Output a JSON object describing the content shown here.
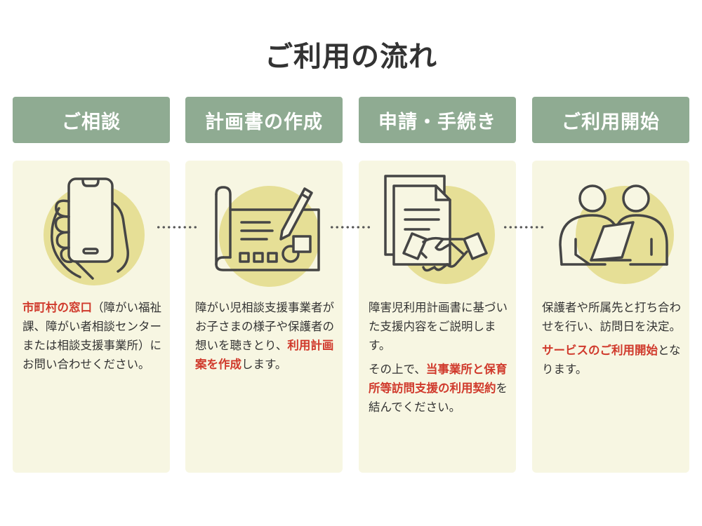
{
  "title": "ご利用の流れ",
  "accent_color": "#8fab92",
  "highlight_color": "#d03a2c",
  "panel_color": "#f7f6e2",
  "blob_color": "#e6df96",
  "steps": [
    {
      "label": "ご相談",
      "icon": "smartphone-hand-icon",
      "paragraphs": [
        {
          "hl": "市町村の窓口",
          "text": "（障がい福祉課、障がい者相談センターまたは相談支援事業所）にお問い合わせください。"
        }
      ]
    },
    {
      "label": "計画書の作成",
      "icon": "blueprint-pencil-icon",
      "paragraphs": [
        {
          "pre": "障がい児相談支援事業者がお子さまの様子や保護者の想いを聴きとり、",
          "hl": "利用計画案を作成",
          "post": "します。"
        }
      ]
    },
    {
      "label": "申請・手続き",
      "icon": "document-handshake-icon",
      "paragraphs": [
        {
          "text": "障害児利用計画書に基づいた支援内容をご説明します。"
        },
        {
          "pre": "その上で、",
          "hl": "当事業所と保育所等訪問支援の利用契約",
          "post": "を結んでください。"
        }
      ]
    },
    {
      "label": "ご利用開始",
      "icon": "meeting-people-icon",
      "paragraphs": [
        {
          "text": "保護者や所属先と打ち合わせを行い、訪問日を決定。"
        },
        {
          "hl": "サービスのご利用開始",
          "post": "となります。"
        }
      ]
    }
  ]
}
